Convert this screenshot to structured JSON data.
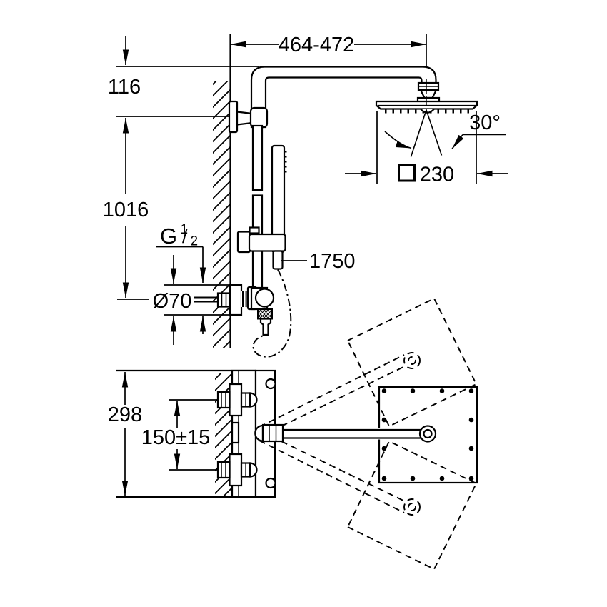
{
  "page": {
    "background": "#ffffff",
    "line_color": "#000000"
  },
  "elevation": {
    "dim_width": "464-472",
    "dim_wall_to_bracket": "116",
    "dim_bracket_to_valve": "1016",
    "spray_angle": "30°",
    "head_size_value": "230",
    "thread_label": {
      "letter": "G",
      "numerator": "1",
      "slash": "/",
      "denominator": "2"
    },
    "escutcheon_diameter": "Ø70",
    "hose_length": "1750"
  },
  "plan": {
    "overall_height": "298",
    "supply_spacing": "150±15"
  }
}
